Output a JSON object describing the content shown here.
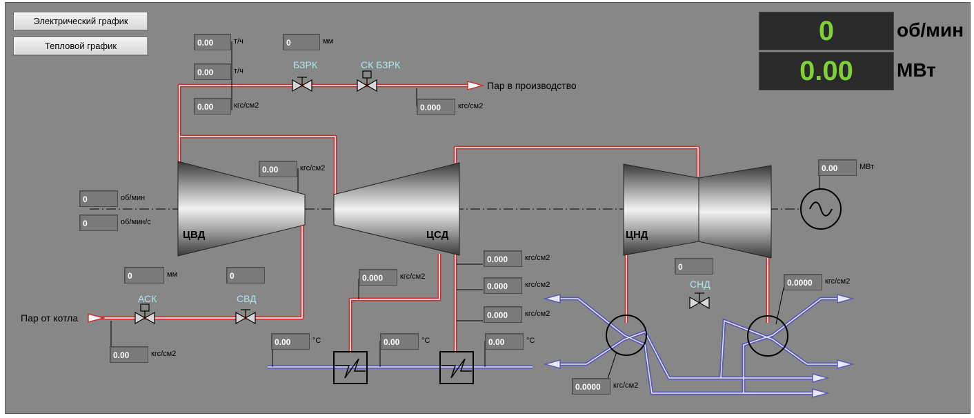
{
  "buttons": {
    "electric": "Электрический график",
    "thermal": "Тепловой график"
  },
  "display": {
    "speed_value": "0",
    "speed_unit": "об/мин",
    "power_value": "0.00",
    "power_unit": "МВт"
  },
  "labels": {
    "cvd": "ЦВД",
    "csd": "ЦСД",
    "cnd": "ЦНД",
    "steam_out": "Пар в производство",
    "steam_in": "Пар от котла",
    "bzrk": "БЗРК",
    "sk_bzrk": "СК БЗРК",
    "ask": "АСК",
    "svd": "СВД",
    "snd": "СНД"
  },
  "readings": [
    {
      "value": "0.00",
      "unit": "т/ч"
    },
    {
      "value": "0.00",
      "unit": "т/ч"
    },
    {
      "value": "0",
      "unit": "мм"
    },
    {
      "value": "0.00",
      "unit": "кгс/см2"
    },
    {
      "value": "0.000",
      "unit": "кгс/см2"
    },
    {
      "value": "0.00",
      "unit": "кгс/см2"
    },
    {
      "value": "0",
      "unit": "об/мин"
    },
    {
      "value": "0",
      "unit": "об/мин/с"
    },
    {
      "value": "0",
      "unit": "мм"
    },
    {
      "value": "0",
      "unit": ""
    },
    {
      "value": "0.00",
      "unit": "кгс/см2"
    },
    {
      "value": "0.000",
      "unit": "кгс/см2"
    },
    {
      "value": "0.000",
      "unit": "кгс/см2"
    },
    {
      "value": "0.000",
      "unit": "кгс/см2"
    },
    {
      "value": "0.000",
      "unit": "кгс/см2"
    },
    {
      "value": "0.00",
      "unit": "°C"
    },
    {
      "value": "0.00",
      "unit": "°C"
    },
    {
      "value": "0.00",
      "unit": "°C"
    },
    {
      "value": "0",
      "unit": ""
    },
    {
      "value": "0.0000",
      "unit": "кгс/см2"
    },
    {
      "value": "0.0000",
      "unit": "кгс/см2"
    },
    {
      "value": "0.00",
      "unit": "МВт"
    }
  ]
}
